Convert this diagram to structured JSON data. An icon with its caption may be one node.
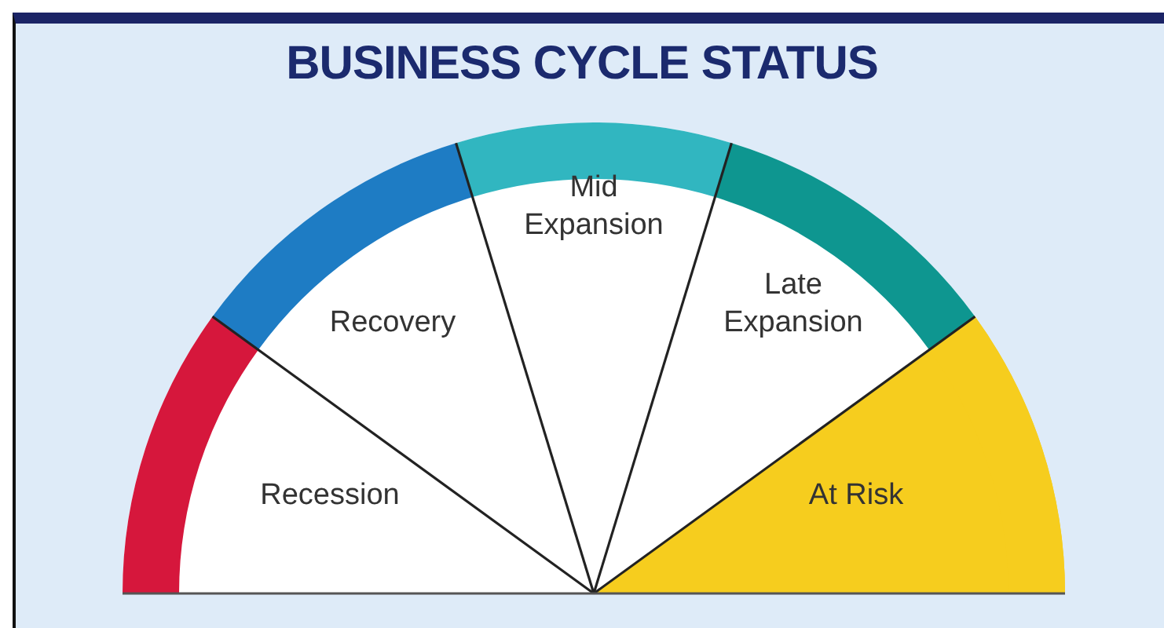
{
  "diagram": {
    "title": "BUSINESS CYCLE STATUS",
    "nodes": [
      {
        "text": [
          "Recession"
        ]
      },
      {
        "text": [
          "Recovery"
        ]
      },
      {
        "text": [
          "Mid Expansion"
        ]
      },
      {
        "text": [
          "Late Expansion"
        ]
      },
      {
        "text": [
          "At Risk"
        ]
      }
    ]
  }
}
